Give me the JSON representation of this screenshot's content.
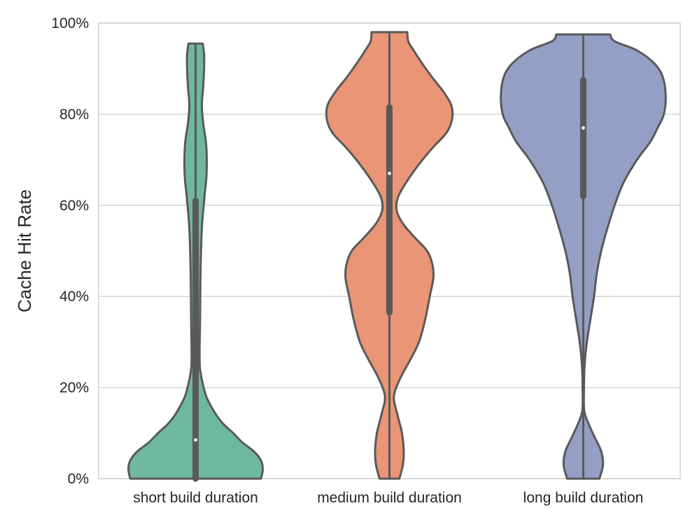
{
  "chart_data": {
    "type": "violin",
    "title": "",
    "xlabel": "",
    "ylabel": "Cache Hit Rate",
    "ylim": [
      0,
      100
    ],
    "yticks": [
      {
        "value": 0,
        "label": "0%"
      },
      {
        "value": 20,
        "label": "20%"
      },
      {
        "value": 40,
        "label": "40%"
      },
      {
        "value": 60,
        "label": "60%"
      },
      {
        "value": 80,
        "label": "80%"
      },
      {
        "value": 100,
        "label": "100%"
      }
    ],
    "grid": "horizontal",
    "categories": [
      "short build duration",
      "medium build duration",
      "long build duration"
    ],
    "series": [
      {
        "category": "short build duration",
        "color": "#6fb8a0",
        "min": 0,
        "q1": 0,
        "median": 8.5,
        "q3": 61,
        "max": 95.5,
        "density": [
          [
            0,
            0.73
          ],
          [
            2,
            0.75
          ],
          [
            4,
            0.73
          ],
          [
            6,
            0.65
          ],
          [
            8,
            0.52
          ],
          [
            10,
            0.42
          ],
          [
            12,
            0.31
          ],
          [
            14,
            0.23
          ],
          [
            16,
            0.17
          ],
          [
            18,
            0.12
          ],
          [
            20,
            0.09
          ],
          [
            24,
            0.05
          ],
          [
            28,
            0.045
          ],
          [
            35,
            0.05
          ],
          [
            45,
            0.055
          ],
          [
            55,
            0.07
          ],
          [
            62,
            0.1
          ],
          [
            66,
            0.12
          ],
          [
            70,
            0.125
          ],
          [
            74,
            0.115
          ],
          [
            78,
            0.085
          ],
          [
            82,
            0.07
          ],
          [
            86,
            0.085
          ],
          [
            90,
            0.095
          ],
          [
            93,
            0.095
          ],
          [
            95.5,
            0.08
          ]
        ]
      },
      {
        "category": "medium build duration",
        "color": "#ea9575",
        "min": 0,
        "q1": 36.5,
        "median": 67,
        "q3": 81.5,
        "max": 98,
        "density": [
          [
            0,
            0.11
          ],
          [
            3,
            0.15
          ],
          [
            6,
            0.16
          ],
          [
            10,
            0.14
          ],
          [
            14,
            0.09
          ],
          [
            18,
            0.05
          ],
          [
            22,
            0.12
          ],
          [
            26,
            0.23
          ],
          [
            30,
            0.33
          ],
          [
            35,
            0.4
          ],
          [
            40,
            0.45
          ],
          [
            44,
            0.49
          ],
          [
            47,
            0.48
          ],
          [
            50,
            0.42
          ],
          [
            53,
            0.28
          ],
          [
            56,
            0.15
          ],
          [
            59,
            0.08
          ],
          [
            62,
            0.1
          ],
          [
            66,
            0.22
          ],
          [
            70,
            0.37
          ],
          [
            73,
            0.5
          ],
          [
            76,
            0.64
          ],
          [
            79,
            0.7
          ],
          [
            82,
            0.69
          ],
          [
            85,
            0.6
          ],
          [
            88,
            0.48
          ],
          [
            91,
            0.37
          ],
          [
            94,
            0.27
          ],
          [
            96,
            0.21
          ],
          [
            98,
            0.2
          ]
        ]
      },
      {
        "category": "long build duration",
        "color": "#939fc5",
        "min": 0,
        "q1": 62,
        "median": 77,
        "q3": 87.5,
        "max": 97.5,
        "density": [
          [
            0,
            0.18
          ],
          [
            3,
            0.22
          ],
          [
            6,
            0.2
          ],
          [
            9,
            0.13
          ],
          [
            12,
            0.06
          ],
          [
            15,
            0.01
          ],
          [
            20,
            0.008
          ],
          [
            25,
            0.015
          ],
          [
            30,
            0.04
          ],
          [
            35,
            0.08
          ],
          [
            40,
            0.12
          ],
          [
            45,
            0.15
          ],
          [
            50,
            0.2
          ],
          [
            55,
            0.27
          ],
          [
            60,
            0.35
          ],
          [
            65,
            0.45
          ],
          [
            70,
            0.6
          ],
          [
            74,
            0.75
          ],
          [
            77,
            0.83
          ],
          [
            80,
            0.9
          ],
          [
            84,
            0.92
          ],
          [
            88,
            0.89
          ],
          [
            91,
            0.8
          ],
          [
            94,
            0.6
          ],
          [
            96,
            0.35
          ],
          [
            97.5,
            0.3
          ]
        ]
      }
    ],
    "style": {
      "outline_color": "#595959",
      "grid_color": "#d0d0d0",
      "frame_color": "#c8c8c8",
      "median_marker_color": "#ffffff"
    }
  }
}
